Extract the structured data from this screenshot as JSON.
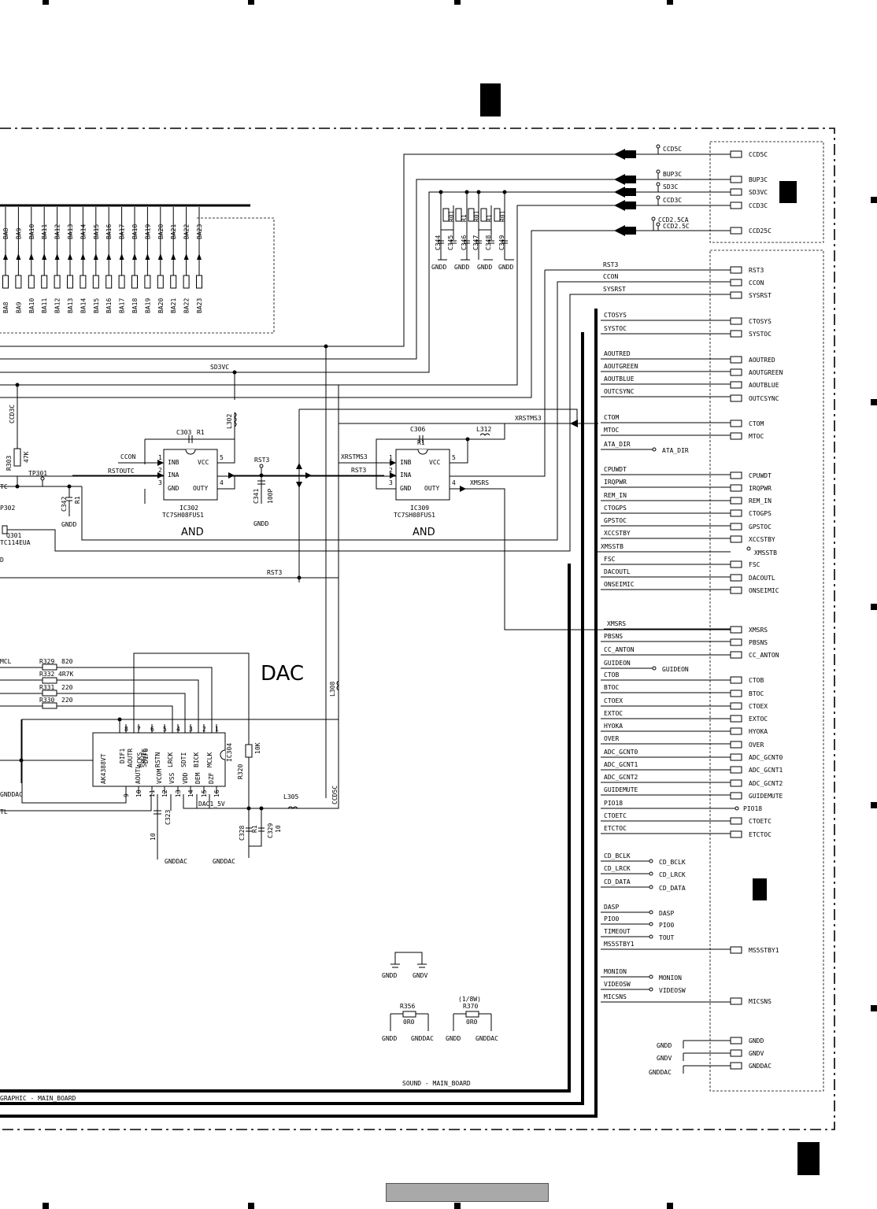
{
  "blocks": {
    "dac_title": "DAC",
    "and_label": "AND",
    "sound_board": "SOUND - MAIN_BOARD",
    "graphic_board": "GRAPHIC - MAIN_BOARD"
  },
  "ba_top": [
    "BA8",
    "BA9",
    "BA10",
    "BA11",
    "BA12",
    "BA13",
    "BA14",
    "BA15",
    "BA16",
    "BA17",
    "BA18",
    "BA19",
    "BA20",
    "BA21",
    "BA22",
    "BA23"
  ],
  "ba_bottom": [
    "BA8",
    "BA9",
    "BA10",
    "BA11",
    "BA12",
    "BA13",
    "BA14",
    "BA15",
    "BA16",
    "BA17",
    "BA18",
    "BA19",
    "BA20",
    "BA21",
    "BA22",
    "BA23"
  ],
  "power_connector": [
    "CCD5C",
    "BUP3C",
    "SD3VC",
    "CCD3C",
    "CCD25C"
  ],
  "power_nets": [
    "CCD5C",
    "BUP3C",
    "SD3C",
    "CCD3C",
    "CCD2.5CA",
    "CCD2.5C"
  ],
  "decoupling": {
    "caps": [
      "C344",
      "C345",
      "C346",
      "C347",
      "C348",
      "C349"
    ],
    "r": [
      "R01",
      "R1",
      "R01",
      "R1",
      "R01"
    ],
    "ground": "GNDD"
  },
  "connector": [
    "RST3",
    "CCON",
    "SYSRST",
    "CTOSYS",
    "SYSTOC",
    "AOUTRED",
    "AOUTGREEN",
    "AOUTBLUE",
    "OUTCSYNC",
    "CTOM",
    "MTOC",
    "CPUWDT",
    "IRQPWR",
    "REM_IN",
    "CTOGPS",
    "GPSTOC",
    "XCCSTBY",
    "XMSSTB",
    "FSC",
    "DACOUTL",
    "ONSEIMIC",
    "XMSRS",
    "PBSNS",
    "CC_ANTON",
    "CTOB",
    "BTOC",
    "CTOEX",
    "EXTOC",
    "HYOKA",
    "OVER",
    "ADC_GCNT0",
    "ADC_GCNT1",
    "ADC_GCNT2",
    "GUIDEMUTE",
    "CTOETC",
    "ETCTOC",
    "MS5STBY1",
    "MICSNS",
    "GNDD",
    "GNDV",
    "GNDDAC"
  ],
  "wire_labels": [
    "RST3",
    "CCON",
    "SYSRST",
    "CTOSYS",
    "SYSTOC",
    "AOUTRED",
    "AOUTGREEN",
    "AOUTBLUE",
    "OUTCSYNC",
    "CTOM",
    "MTOC",
    "ATA_DIR",
    "CPUWDT",
    "IRQPWR",
    "REM_IN",
    "CTOGPS",
    "GPSTOC",
    "XCCSTBY",
    "XMSSTB",
    "FSC",
    "DACOUTL",
    "ONSEIMIC",
    "XMSRS",
    "PBSNS",
    "CC_ANTON",
    "GUIDEON",
    "CTOB",
    "BTOC",
    "CTOEX",
    "EXTOC",
    "HYOKA",
    "OVER",
    "ADC_GCNT0",
    "ADC_GCNT1",
    "ADC_GCNT2",
    "GUIDEMUTE",
    "PIO18",
    "CTOETC",
    "ETCTOC",
    "CD_BCLK",
    "CD_LRCK",
    "CD_DATA",
    "DASP",
    "PIO0",
    "TIMEOUT",
    "MS5STBY1",
    "MONION",
    "VIDEOSW",
    "MICSNS"
  ],
  "open_terminals": {
    "ATA_DIR": "ATA_DIR",
    "GUIDEON": "GUIDEON",
    "PIO18": "PIO18",
    "CD_BCLK": "CD_BCLK",
    "CD_LRCK": "CD_LRCK",
    "CD_DATA": "CD_DATA",
    "DASP": "DASP",
    "PIO0": "PIO0",
    "TOUT": "TOUT",
    "MONION": "MONION",
    "VIDEOSW": "VIDEOSW",
    "XMSSTB": "XMSSTB"
  },
  "gnd_stack": [
    "GNDD",
    "GNDV",
    "GNDDAC"
  ],
  "ic302": {
    "ref": "IC302",
    "part": "TC7SH08FUS1",
    "pins": {
      "inb": "INB",
      "ina": "INA",
      "gnd": "GND",
      "vcc": "VCC",
      "outy": "OUTY"
    },
    "nums": [
      "1",
      "2",
      "3",
      "4",
      "5"
    ]
  },
  "ic309": {
    "ref": "IC309",
    "part": "TC7SH08FUS1",
    "pins": {
      "inb": "INB",
      "ina": "INA",
      "gnd": "GND",
      "vcc": "VCC",
      "outy": "OUTY"
    },
    "nums": [
      "1",
      "2",
      "3",
      "4",
      "5"
    ]
  },
  "logic_nets": {
    "ccon": "CCON",
    "rstoutc": "RSTOUTC",
    "sd3vc": "SD3VC",
    "rst3": "RST3",
    "xrstms3": "XRSTMS3",
    "xmsrs": "XMSRS",
    "ccd3c": "CCD3C",
    "tc": "TC"
  },
  "parts": {
    "c303": "C303",
    "r1": "R1",
    "l302": "L302",
    "r303": "R303",
    "r303v": "47K",
    "tp301": "TP301",
    "c342": "C342",
    "c341": "C341",
    "c341v": "100P",
    "c306": "C306",
    "l312": "L312",
    "p302": "P302",
    "q301": "Q301",
    "q301p": "TC114EUA",
    "gndd": "GNDD",
    "d": "D"
  },
  "dac": {
    "ref": "IC304",
    "part": "AK4388VT",
    "pins_top": [
      "DIF1",
      "DIF0",
      "AOUTR",
      "ACKS",
      "SMUTE",
      "RSTN",
      "LRCK",
      "SDTI",
      "BICK",
      "MCLK"
    ],
    "pins_bot": [
      "AOUTL",
      "VCOM",
      "VSS",
      "VDD",
      "DEM",
      "DZF"
    ],
    "nums_top": [
      "8",
      "7",
      "6",
      "5",
      "4",
      "3",
      "2",
      "1"
    ],
    "nums_bot": [
      "9",
      "10",
      "11",
      "12",
      "13",
      "14",
      "15",
      "16"
    ],
    "r329": "R329",
    "r329v": "820",
    "r332": "R332",
    "r332v": "4R7K",
    "r331": "R331",
    "r331v": "220",
    "r330": "R330",
    "r330v": "220",
    "mcl": "MCL",
    "r320": "R320",
    "r320v": "10K",
    "c323": "C323",
    "c323v": "10",
    "c328": "C328",
    "c329": "C329",
    "c329v": "10",
    "r1": "R1",
    "l305": "L305",
    "l308": "L308",
    "dac15": "DAC1_5V",
    "ccd5c": "CCD5C",
    "gnddac": "GNDDAC",
    "tl": "TL"
  },
  "misc": {
    "r356": "R356",
    "r356v": "0R0",
    "r370": "R370",
    "r370v": "0R0",
    "r370w": "(1/8W)",
    "gndd": "GNDD",
    "gndv": "GNDV",
    "gnddac": "GNDDAC"
  }
}
